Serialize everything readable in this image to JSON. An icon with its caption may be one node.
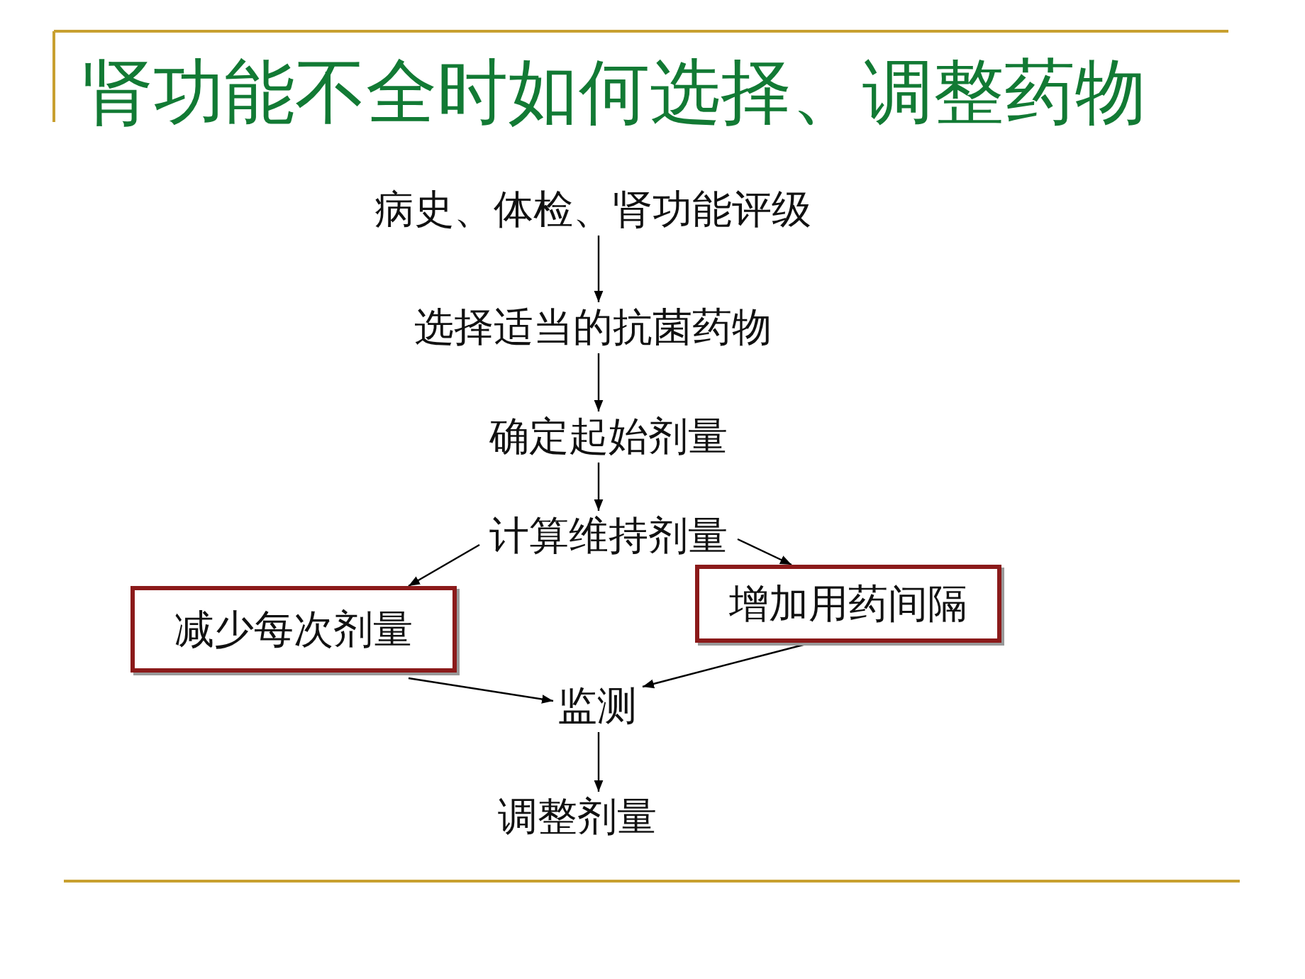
{
  "diagram": {
    "title": "肾功能不全时如何选择、调整药物",
    "nodes": [
      {
        "text": [
          "病史、体检、肾功能评级"
        ]
      },
      {
        "text": [
          "选择适当的抗菌药物"
        ]
      },
      {
        "text": [
          "确定起始剂量"
        ]
      },
      {
        "text": [
          "计算维持剂量"
        ]
      },
      {
        "text": [
          "减少每次剂量"
        ]
      },
      {
        "text": [
          "增加用药间隔"
        ]
      },
      {
        "text": [
          "监测"
        ]
      },
      {
        "text": [
          "调整剂量"
        ]
      }
    ],
    "edges": [
      {
        "from": 0,
        "to": 1,
        "arrow": "to"
      },
      {
        "from": 1,
        "to": 2,
        "arrow": "to"
      },
      {
        "from": 2,
        "to": 3,
        "arrow": "to"
      },
      {
        "from": 3,
        "to": 4,
        "arrow": "to"
      },
      {
        "from": 3,
        "to": 5,
        "arrow": "to"
      },
      {
        "from": 4,
        "to": 6,
        "arrow": "to"
      },
      {
        "from": 5,
        "to": 6,
        "arrow": "to"
      },
      {
        "from": 6,
        "to": 7,
        "arrow": "to"
      }
    ]
  }
}
